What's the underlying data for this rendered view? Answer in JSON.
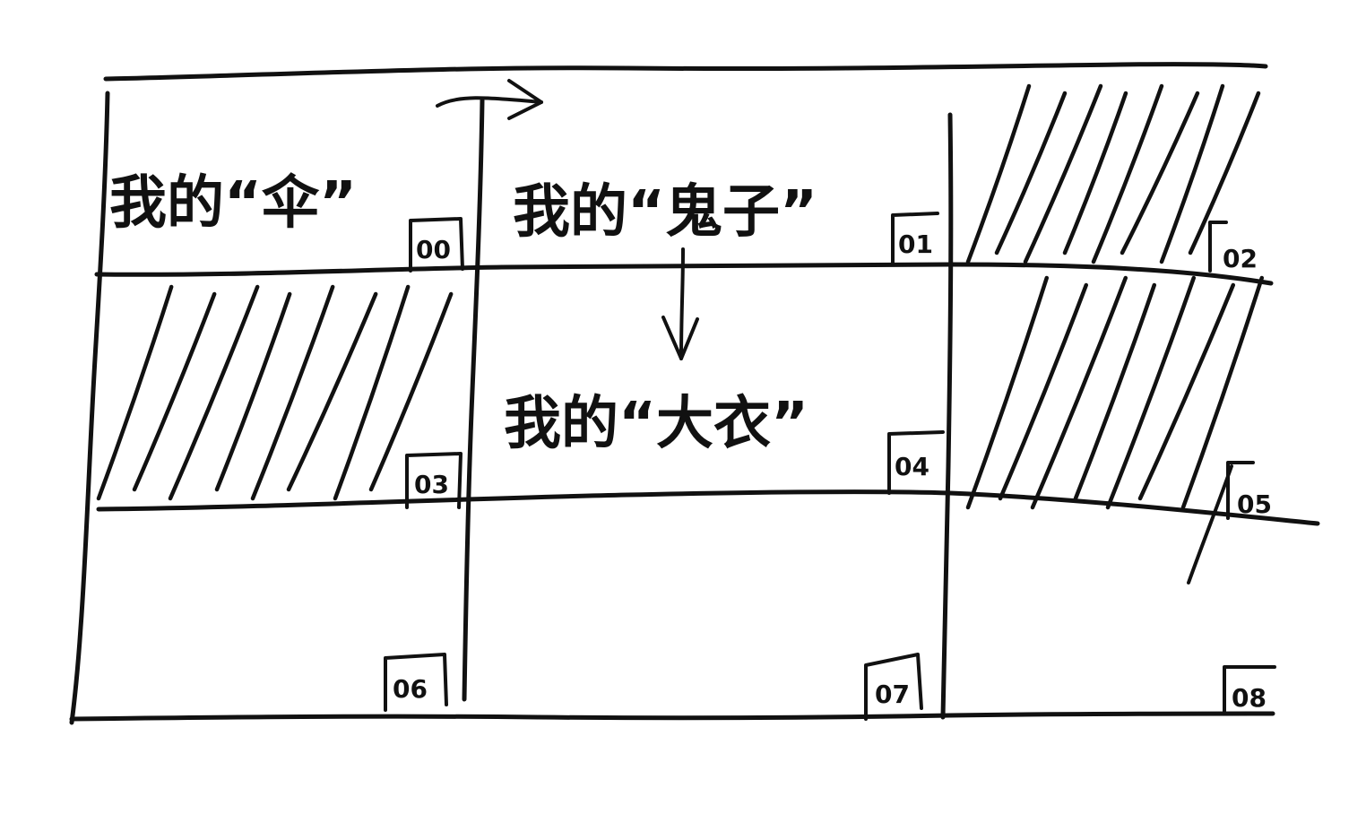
{
  "cells": [
    {
      "id": "00",
      "label": "我的“伞”",
      "hatched": false
    },
    {
      "id": "01",
      "label": "我的“鬼子”",
      "hatched": false
    },
    {
      "id": "02",
      "label": "",
      "hatched": true
    },
    {
      "id": "03",
      "label": "",
      "hatched": true
    },
    {
      "id": "04",
      "label": "我的“大衣”",
      "hatched": false
    },
    {
      "id": "05",
      "label": "",
      "hatched": true
    },
    {
      "id": "06",
      "label": "",
      "hatched": false
    },
    {
      "id": "07",
      "label": "",
      "hatched": false
    },
    {
      "id": "08",
      "label": "",
      "hatched": false
    }
  ],
  "arrows": [
    {
      "from": "00",
      "to": "01",
      "direction": "right"
    },
    {
      "from": "01",
      "to": "04",
      "direction": "down"
    }
  ]
}
